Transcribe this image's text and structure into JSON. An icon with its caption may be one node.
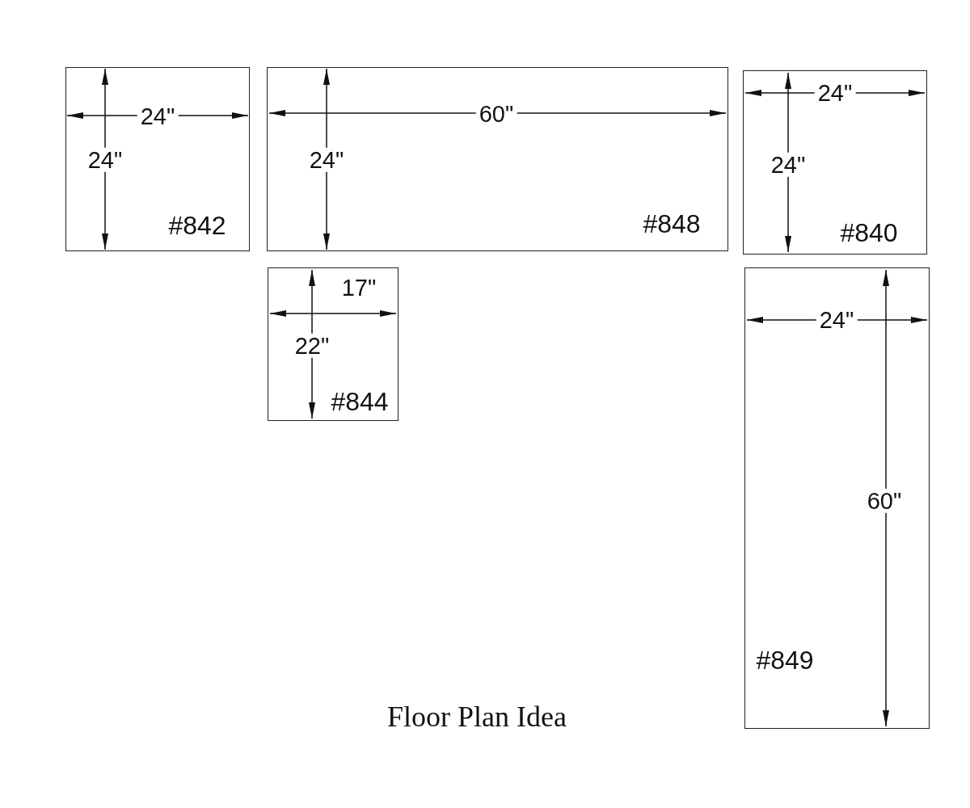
{
  "diagram": {
    "caption": "Floor Plan Idea",
    "nodes": [
      {
        "text": [
          "#842"
        ]
      },
      {
        "text": [
          "#848"
        ]
      },
      {
        "text": [
          "#840"
        ]
      },
      {
        "text": [
          "#844"
        ]
      },
      {
        "text": [
          "#849"
        ]
      }
    ],
    "labels": [
      "24\"",
      "24\"",
      "60\"",
      "24\"",
      "24\"",
      "24\"",
      "17\"",
      "22\"",
      "24\"",
      "60\""
    ]
  }
}
